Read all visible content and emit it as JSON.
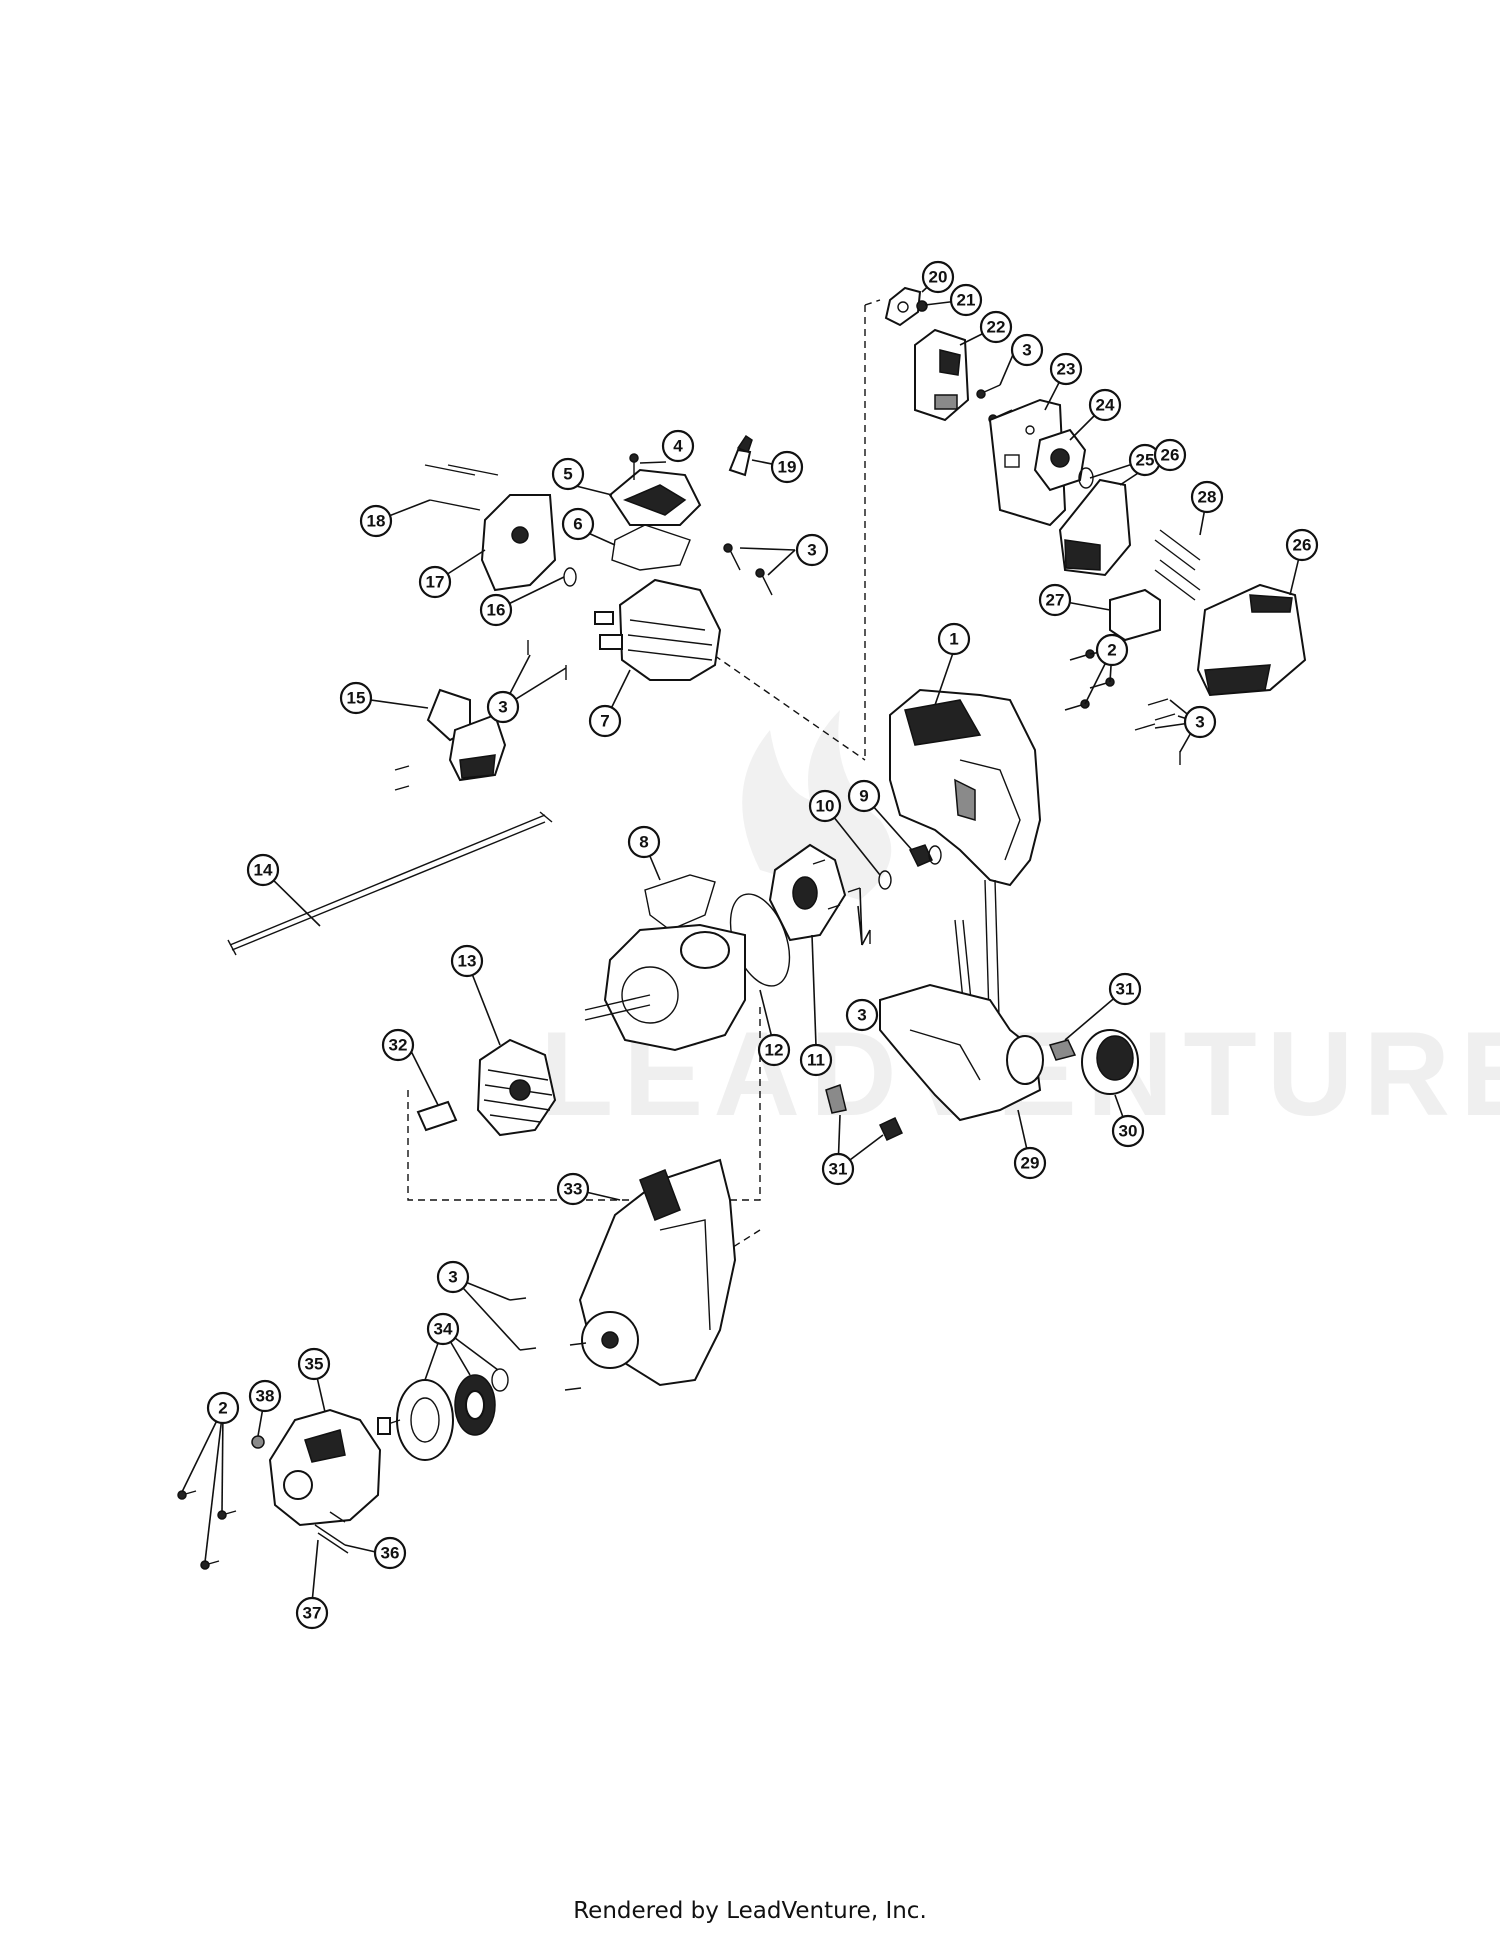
{
  "watermark": "LEADVENTURE",
  "footer": "Rendered by LeadVenture, Inc.",
  "callouts": [
    "1",
    "2",
    "2",
    "3",
    "3",
    "3",
    "3",
    "3",
    "3",
    "3",
    "4",
    "5",
    "6",
    "7",
    "8",
    "9",
    "10",
    "11",
    "12",
    "13",
    "14",
    "15",
    "16",
    "17",
    "18",
    "19",
    "20",
    "21",
    "22",
    "23",
    "24",
    "25",
    "26",
    "26",
    "27",
    "28",
    "29",
    "30",
    "31",
    "31",
    "32",
    "33",
    "34",
    "35",
    "36",
    "37",
    "38"
  ]
}
